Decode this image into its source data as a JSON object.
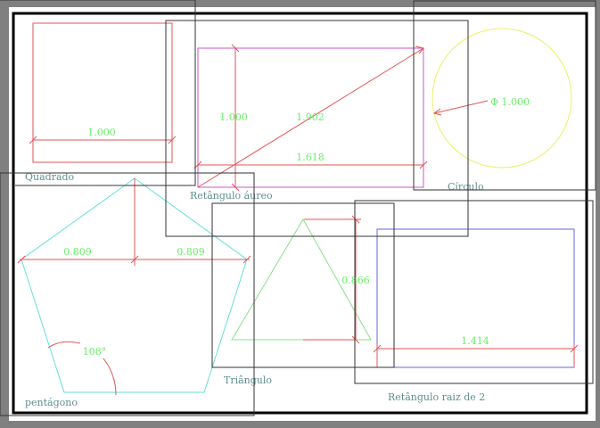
{
  "colors": {
    "dimension_line": "#e05555",
    "dimension_text": "#66ee66",
    "label_text": "#5f8f8f",
    "square": "#e05555",
    "golden_rect": "#cc55cc",
    "circle": "#eeee66",
    "triangle": "#88e088",
    "root2_rect": "#6666dd",
    "pentagon": "#66dddd"
  },
  "shapes": {
    "square": {
      "label": "Quadrado",
      "width_dim": "1.000"
    },
    "golden_rectangle": {
      "label": "Retângulo áureo",
      "height_dim": "1.000",
      "diagonal_dim": "1.902",
      "width_dim": "1.618"
    },
    "circle": {
      "label": "Círculo",
      "diameter_dim": "Φ 1.000"
    },
    "pentagon": {
      "label": "pentágono",
      "half_width_left_dim": "0.809",
      "half_width_right_dim": "0.809",
      "angle_dim": "108°"
    },
    "triangle": {
      "label": "Triângulo",
      "height_dim": "0.866"
    },
    "root2_rectangle": {
      "label": "Retângulo raiz de 2",
      "width_dim": "1.414"
    }
  }
}
